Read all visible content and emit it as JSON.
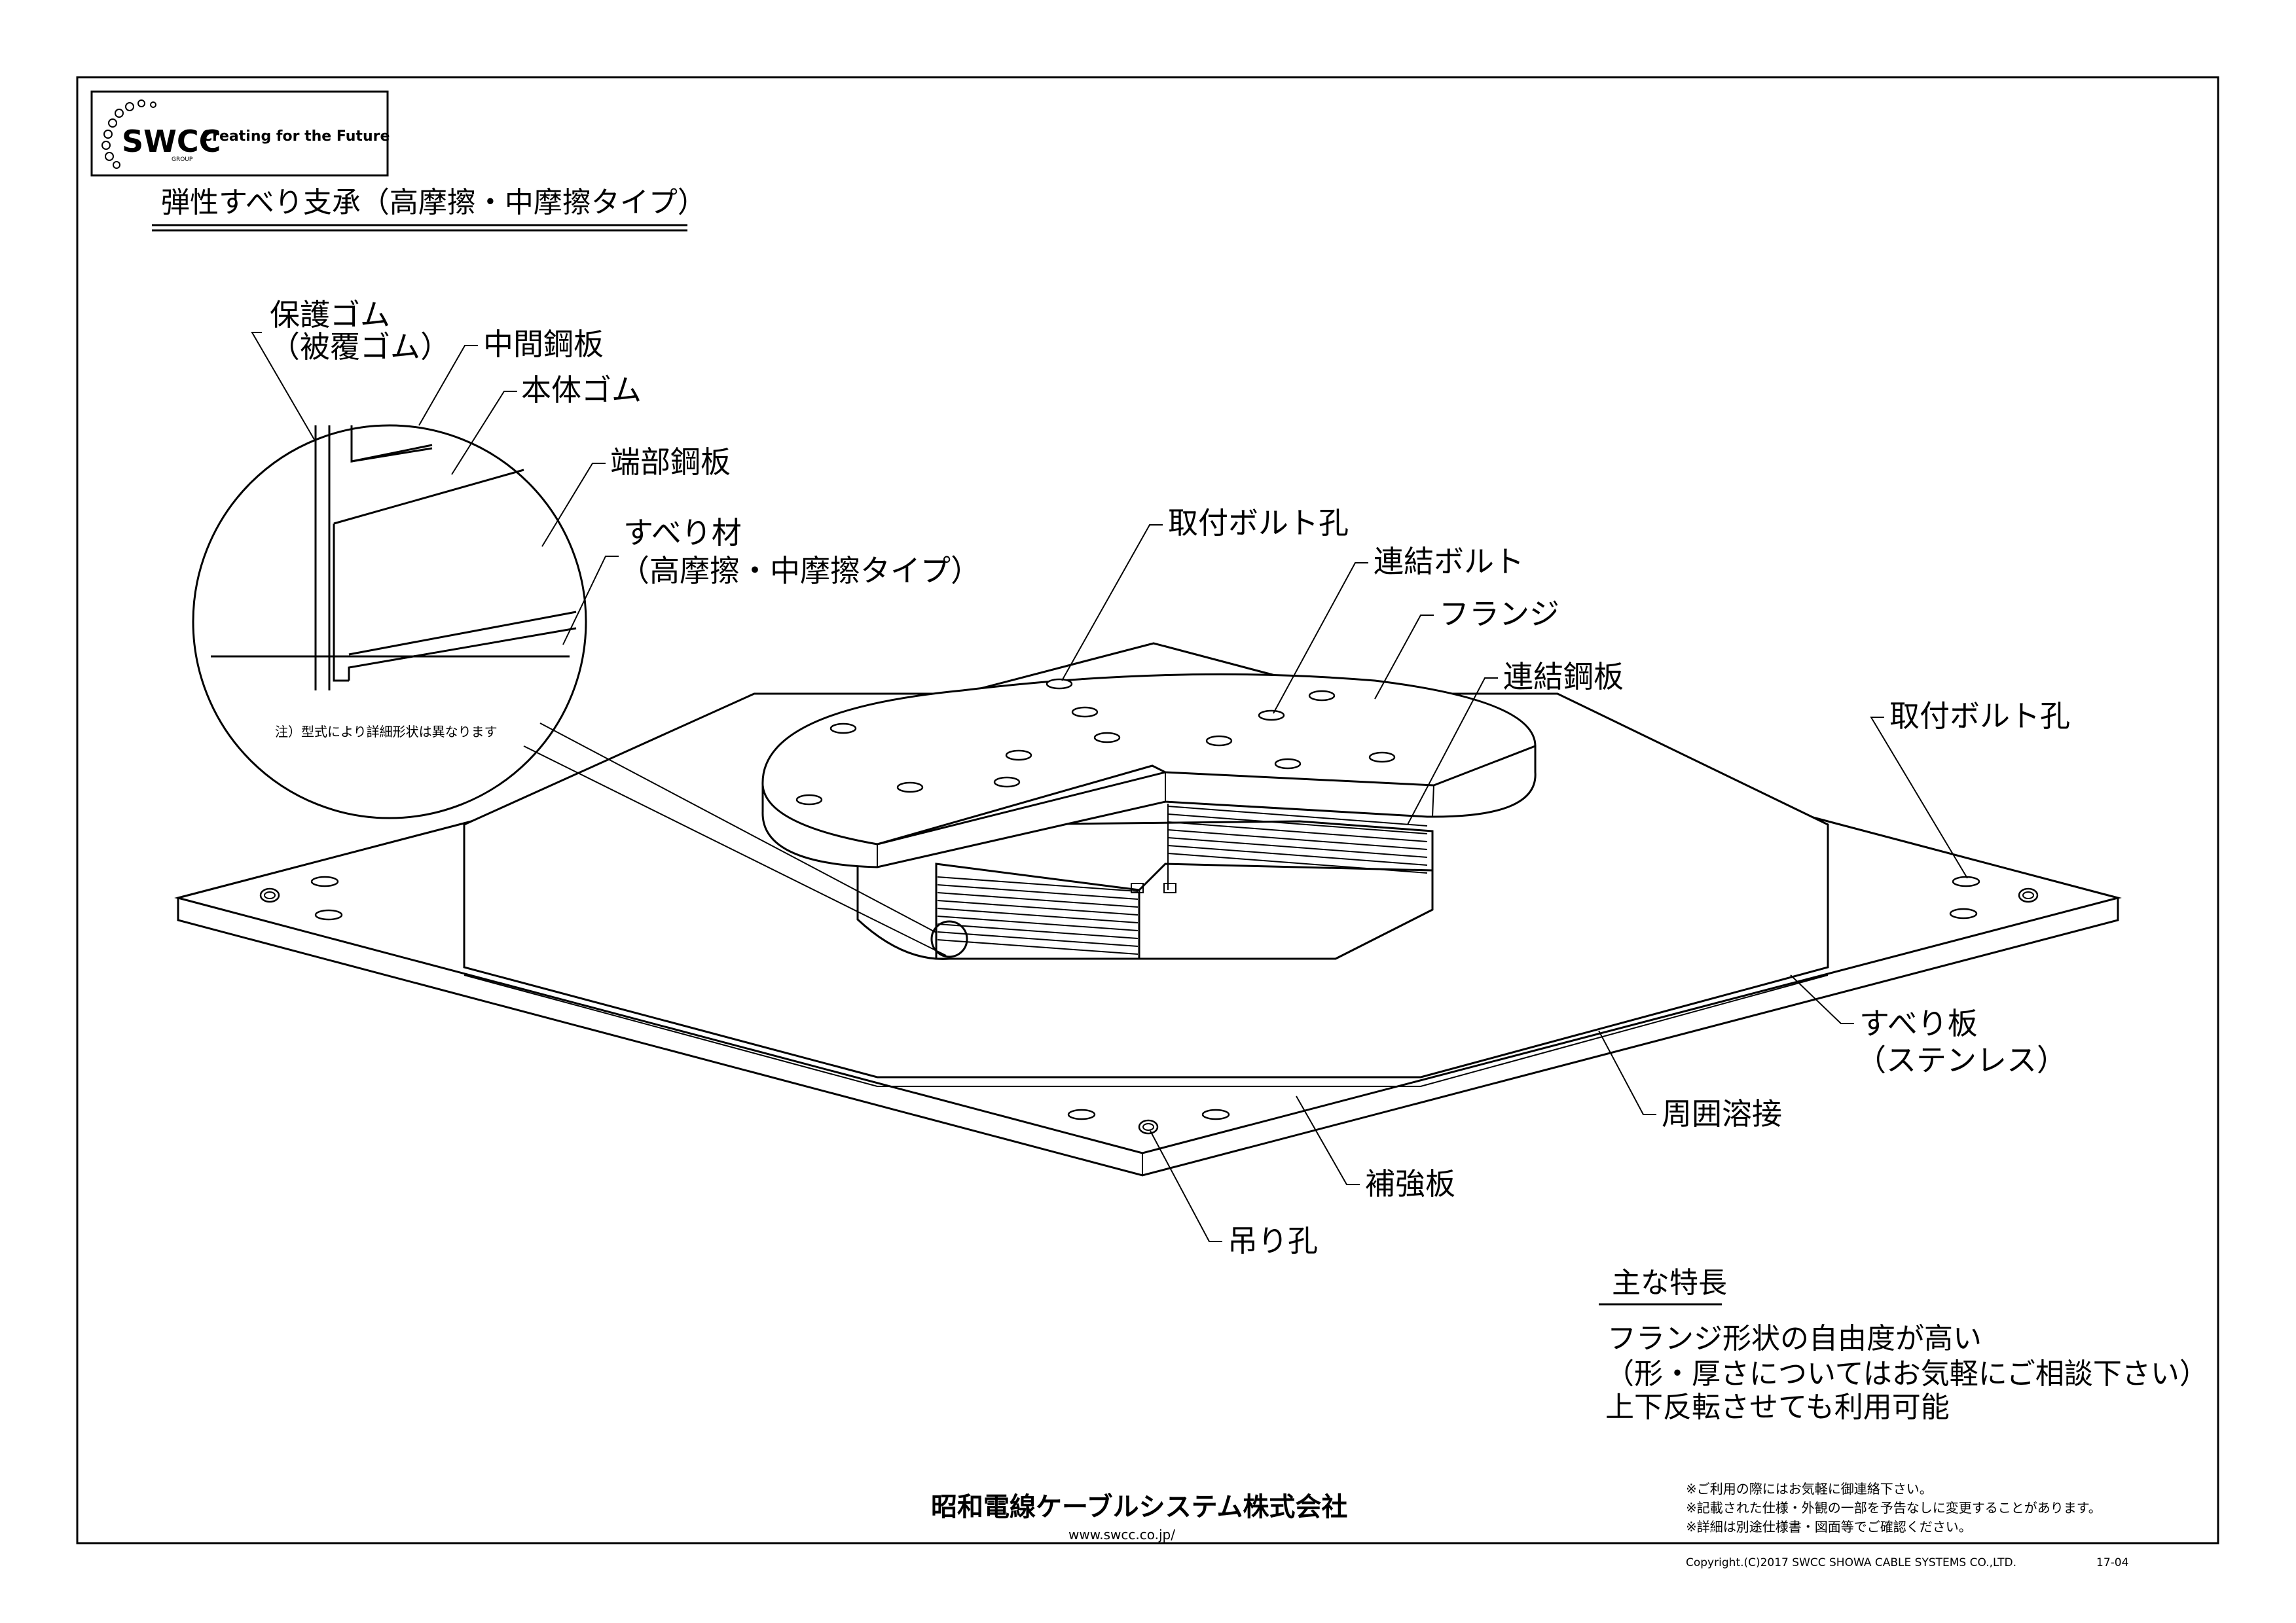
{
  "header": {
    "logo_text": "SWCC",
    "logo_sub": "GROUP",
    "tagline": "Creating for the Future",
    "title": "弾性すべり支承（高摩擦・中摩擦タイプ）"
  },
  "detail": {
    "labels": {
      "protective_rubber_1": "保護ゴム",
      "protective_rubber_2": "（被覆ゴム）",
      "middle_plate": "中間鋼板",
      "body_rubber": "本体ゴム",
      "end_plate": "端部鋼板",
      "slide_material_1": "すべり材",
      "slide_material_2": "（高摩擦・中摩擦タイプ）"
    },
    "note": "注）型式により詳細形状は異なります"
  },
  "callouts": {
    "bolt_hole_top": "取付ボルト孔",
    "connecting_bolt": "連結ボルト",
    "flange": "フランジ",
    "connecting_plate": "連結鋼板",
    "bolt_hole_right": "取付ボルト孔",
    "slide_plate_1": "すべり板",
    "slide_plate_2": "（ステンレス）",
    "perimeter_weld": "周囲溶接",
    "reinforcing_plate": "補強板",
    "lifting_hole": "吊り孔"
  },
  "features": {
    "heading": "主な特長",
    "lines": [
      "フランジ形状の自由度が高い",
      "（形・厚さについてはお気軽にご相談下さい）",
      "上下反転させても利用可能"
    ]
  },
  "footer": {
    "company": "昭和電線ケーブルシステム株式会社",
    "url": "www.swcc.co.jp/",
    "notes": [
      "※ご利用の際にはお気軽に御連絡下さい。",
      "※記載された仕様・外観の一部を予告なしに変更することがあります。",
      "※詳細は別途仕様書・図面等でご確認ください。"
    ],
    "copyright": "Copyright.(C)2017 SWCC SHOWA CABLE SYSTEMS CO.,LTD.",
    "doc_code": "17-04"
  }
}
